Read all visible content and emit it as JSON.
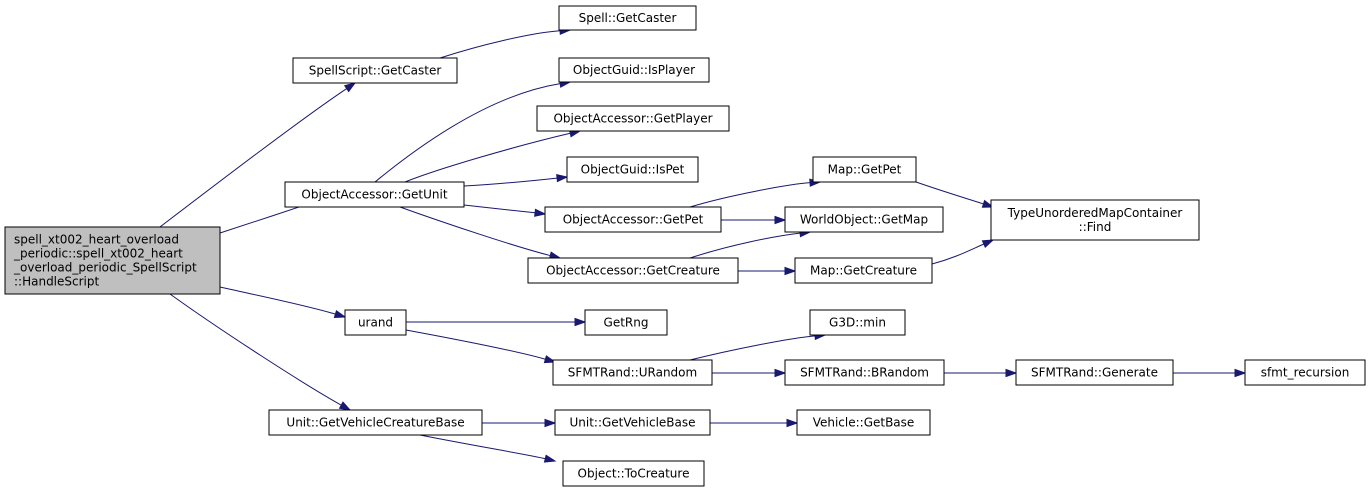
{
  "colors": {
    "edge": "#191970",
    "root_fill": "#bfbfbf",
    "node_fill": "#ffffff",
    "node_border": "#000000"
  },
  "nodes": {
    "root": [
      "spell_xt002_heart_overload",
      "_periodic::spell_xt002_heart",
      "_overload_periodic_SpellScript",
      "::HandleScript"
    ],
    "spellscript_getcaster": [
      "SpellScript::GetCaster"
    ],
    "spell_getcaster": [
      "Spell::GetCaster"
    ],
    "objectguid_isplayer": [
      "ObjectGuid::IsPlayer"
    ],
    "objectaccessor_getplayer": [
      "ObjectAccessor::GetPlayer"
    ],
    "objectaccessor_getunit": [
      "ObjectAccessor::GetUnit"
    ],
    "objectguid_ispet": [
      "ObjectGuid::IsPet"
    ],
    "map_getpet": [
      "Map::GetPet"
    ],
    "objectaccessor_getpet": [
      "ObjectAccessor::GetPet"
    ],
    "worldobject_getmap": [
      "WorldObject::GetMap"
    ],
    "typeunorderedmapcontainer_find": [
      "TypeUnorderedMapContainer",
      "::Find"
    ],
    "objectaccessor_getcreature": [
      "ObjectAccessor::GetCreature"
    ],
    "map_getcreature": [
      "Map::GetCreature"
    ],
    "urand": [
      "urand"
    ],
    "getrng": [
      "GetRng"
    ],
    "g3d_min": [
      "G3D::min"
    ],
    "sfmtrand_urandom": [
      "SFMTRand::URandom"
    ],
    "sfmtrand_brandom": [
      "SFMTRand::BRandom"
    ],
    "sfmtrand_generate": [
      "SFMTRand::Generate"
    ],
    "sfmt_recursion": [
      "sfmt_recursion"
    ],
    "unit_getvehiclecreaturebase": [
      "Unit::GetVehicleCreatureBase"
    ],
    "unit_getvehiclebase": [
      "Unit::GetVehicleBase"
    ],
    "vehicle_getbase": [
      "Vehicle::GetBase"
    ],
    "object_tocreature": [
      "Object::ToCreature"
    ]
  },
  "edges": [
    [
      "root",
      "spellscript_getcaster"
    ],
    [
      "root",
      "objectaccessor_getunit"
    ],
    [
      "root",
      "urand"
    ],
    [
      "root",
      "unit_getvehiclecreaturebase"
    ],
    [
      "spellscript_getcaster",
      "spell_getcaster"
    ],
    [
      "objectaccessor_getunit",
      "objectguid_isplayer"
    ],
    [
      "objectaccessor_getunit",
      "objectaccessor_getplayer"
    ],
    [
      "objectaccessor_getunit",
      "objectguid_ispet"
    ],
    [
      "objectaccessor_getunit",
      "objectaccessor_getpet"
    ],
    [
      "objectaccessor_getunit",
      "objectaccessor_getcreature"
    ],
    [
      "objectaccessor_getpet",
      "map_getpet"
    ],
    [
      "objectaccessor_getpet",
      "worldobject_getmap"
    ],
    [
      "objectaccessor_getcreature",
      "worldobject_getmap"
    ],
    [
      "objectaccessor_getcreature",
      "map_getcreature"
    ],
    [
      "map_getpet",
      "typeunorderedmapcontainer_find"
    ],
    [
      "map_getcreature",
      "typeunorderedmapcontainer_find"
    ],
    [
      "urand",
      "getrng"
    ],
    [
      "urand",
      "sfmtrand_urandom"
    ],
    [
      "sfmtrand_urandom",
      "g3d_min"
    ],
    [
      "sfmtrand_urandom",
      "sfmtrand_brandom"
    ],
    [
      "sfmtrand_brandom",
      "sfmtrand_generate"
    ],
    [
      "sfmtrand_generate",
      "sfmt_recursion"
    ],
    [
      "unit_getvehiclecreaturebase",
      "unit_getvehiclebase"
    ],
    [
      "unit_getvehiclecreaturebase",
      "object_tocreature"
    ],
    [
      "unit_getvehiclebase",
      "vehicle_getbase"
    ]
  ]
}
